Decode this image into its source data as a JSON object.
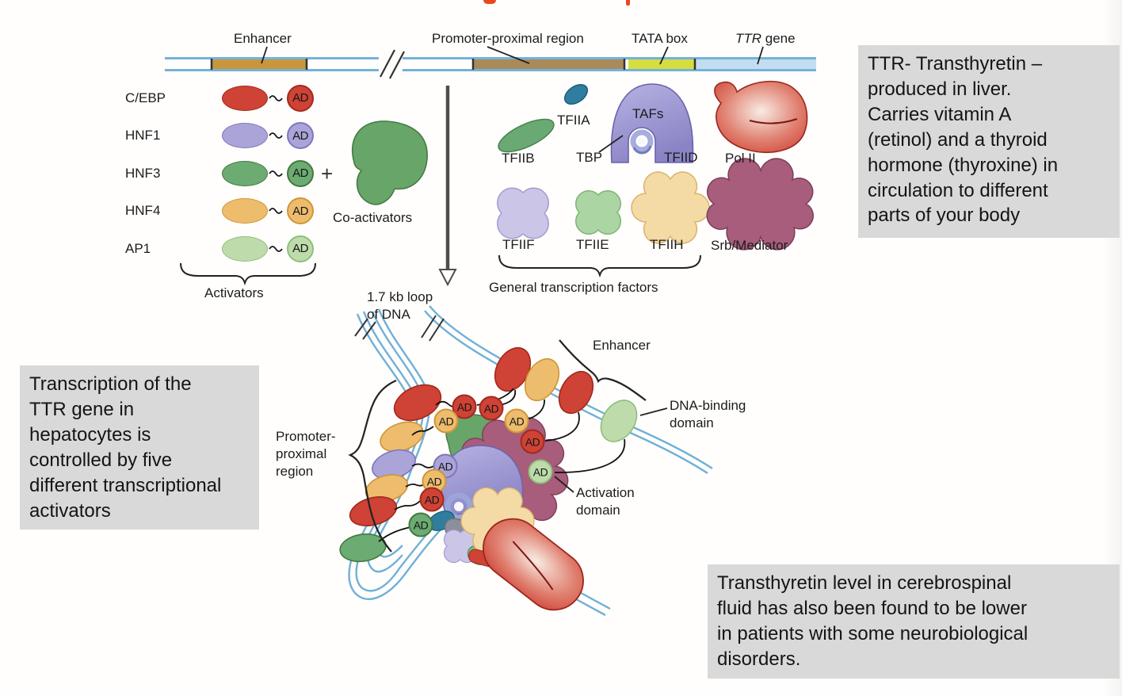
{
  "top_bar": {
    "enhancer_label": "Enhancer",
    "promoter_label": "Promoter-proximal region",
    "tata_label": "TATA box",
    "gene_italic": "TTR",
    "gene_rest": " gene"
  },
  "activators": {
    "items": [
      {
        "name": "C/EBP",
        "color": "red"
      },
      {
        "name": "HNF1",
        "color": "lavender"
      },
      {
        "name": "HNF3",
        "color": "green"
      },
      {
        "name": "HNF4",
        "color": "orange"
      },
      {
        "name": "AP1",
        "color": "light_green"
      }
    ],
    "ad_label": "AD",
    "group_label": "Activators",
    "plus": "+",
    "coactivators_label": "Co-activators"
  },
  "gtf": {
    "tfiia": "TFIIA",
    "tfiib": "TFIIB",
    "tbp": "TBP",
    "tafs": "TAFs",
    "tfiid": "TFIID",
    "polii": "Pol II",
    "tfiif": "TFIIF",
    "tfiie": "TFIIE",
    "tfiih": "TFIIH",
    "srb": "Srb/Mediator",
    "group_label": "General transcription factors"
  },
  "loop": {
    "loop_label": "1.7 kb loop\nof DNA",
    "enhancer_label": "Enhancer",
    "promoter_label": "Promoter-\nproximal\nregion",
    "dna_binding_label": "DNA-binding\ndomain",
    "activation_label": "Activation\ndomain",
    "ad_label": "AD"
  },
  "notes": {
    "right": "TTR- Transthyretin –\nproduced in liver.\nCarries vitamin A\n(retinol) and a thyroid\nhormone (thyroxine) in\ncirculation to different\nparts of your body",
    "left": "Transcription of the\nTTR gene in\nhepatocytes is\ncontrolled by five\ndifferent transcriptional\nactivators",
    "bottom": "Transthyretin level in cerebrospinal\nfluid has also been found to be lower\nin patients with some neurobiological\ndisorders."
  },
  "palette": {
    "red": {
      "fill": "#ce4335",
      "edge": "#a2291e"
    },
    "orange": {
      "fill": "#eebc6d",
      "edge": "#cf9638"
    },
    "lavender": {
      "fill": "#aaa4d8",
      "edge": "#7f77bd"
    },
    "green": {
      "fill": "#6cab72",
      "edge": "#44793f"
    },
    "light_green": {
      "fill": "#bedcab",
      "edge": "#8fbe7d"
    },
    "clipped_title_red": "#e8491d",
    "note_bg": "#d9d9d9",
    "dna_blue": "#6fb0d8"
  }
}
